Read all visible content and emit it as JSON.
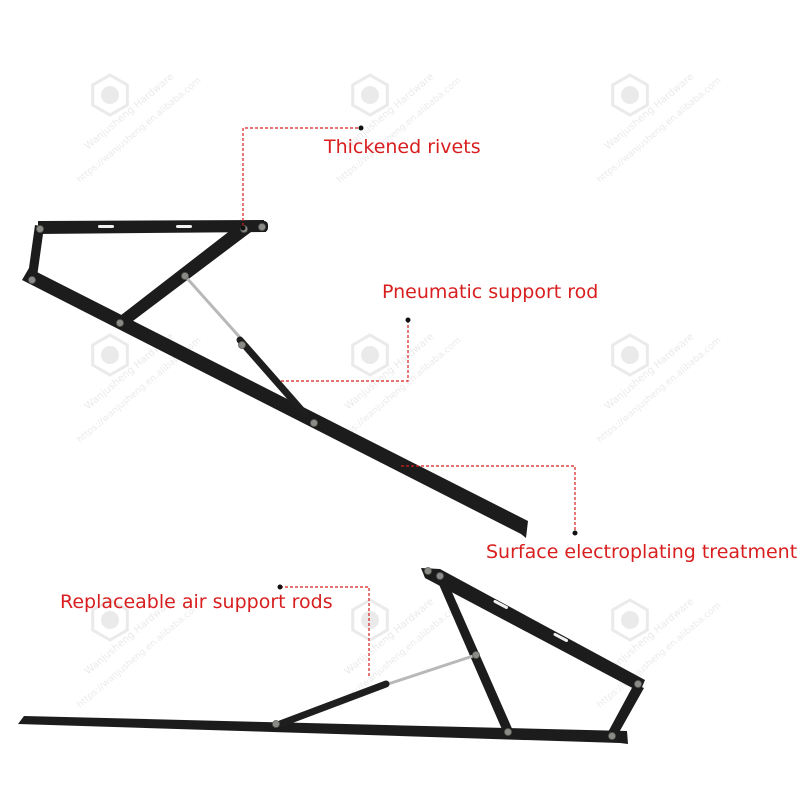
{
  "callouts": {
    "rivets": "Thickened rivets",
    "pneumatic": "Pneumatic support rod",
    "surface": "Surface electroplating treatment",
    "replaceable": "Replaceable air support rods"
  },
  "watermark": {
    "text": "Wanjusheng Hardware",
    "url": "https://wanjusheng.en.alibaba.com"
  },
  "colors": {
    "label": "#d81e1e",
    "leader": "#d81e1e",
    "bracket": "#1c1c1c",
    "rivet": "#8a8a86",
    "cylinder": "#1e1e1e",
    "piston": "#b8b8b8",
    "watermark": "#d9d9d9"
  }
}
